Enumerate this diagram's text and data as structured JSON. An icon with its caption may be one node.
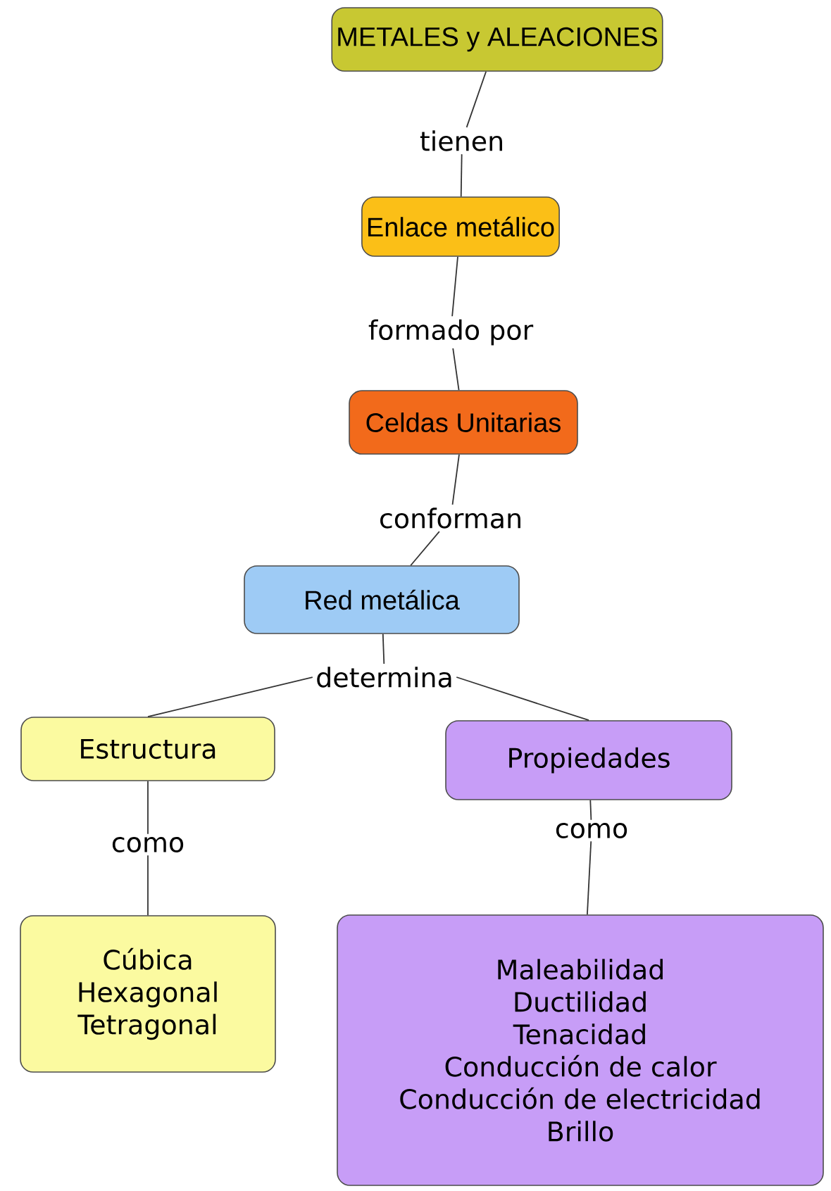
{
  "diagram": {
    "nodes": [
      {
        "text": [
          "METALES y ALEACIONES"
        ]
      },
      {
        "text": [
          "tienen"
        ]
      },
      {
        "text": [
          "Enlace metálico"
        ]
      },
      {
        "text": [
          "formado por"
        ]
      },
      {
        "text": [
          "Celdas Unitarias"
        ]
      },
      {
        "text": [
          "conforman"
        ]
      },
      {
        "text": [
          "Red metálica"
        ]
      },
      {
        "text": [
          "determina"
        ]
      },
      {
        "text": [
          "Estructura"
        ]
      },
      {
        "text": [
          "Propiedades"
        ]
      },
      {
        "text": [
          "como"
        ]
      },
      {
        "text": [
          "como"
        ]
      },
      {
        "text": [
          "Cúbica",
          "Hexagonal",
          "Tetragonal"
        ]
      },
      {
        "text": [
          "Maleabilidad",
          "Ductilidad",
          "Tenacidad",
          "Conducción de calor",
          "Conducción de electricidad",
          "Brillo"
        ]
      }
    ],
    "edges": [
      {
        "from": 0,
        "to": 1,
        "arrow": "none"
      },
      {
        "from": 1,
        "to": 2,
        "arrow": "none"
      },
      {
        "from": 2,
        "to": 3,
        "arrow": "none"
      },
      {
        "from": 3,
        "to": 4,
        "arrow": "none"
      },
      {
        "from": 4,
        "to": 5,
        "arrow": "none"
      },
      {
        "from": 5,
        "to": 6,
        "arrow": "none"
      },
      {
        "from": 6,
        "to": 7,
        "arrow": "none"
      },
      {
        "from": 7,
        "to": 8,
        "arrow": "none"
      },
      {
        "from": 7,
        "to": 9,
        "arrow": "none"
      },
      {
        "from": 8,
        "to": 10,
        "arrow": "none"
      },
      {
        "from": 10,
        "to": 12,
        "arrow": "none"
      },
      {
        "from": 9,
        "to": 11,
        "arrow": "none"
      },
      {
        "from": 11,
        "to": 13,
        "arrow": "none"
      }
    ]
  }
}
